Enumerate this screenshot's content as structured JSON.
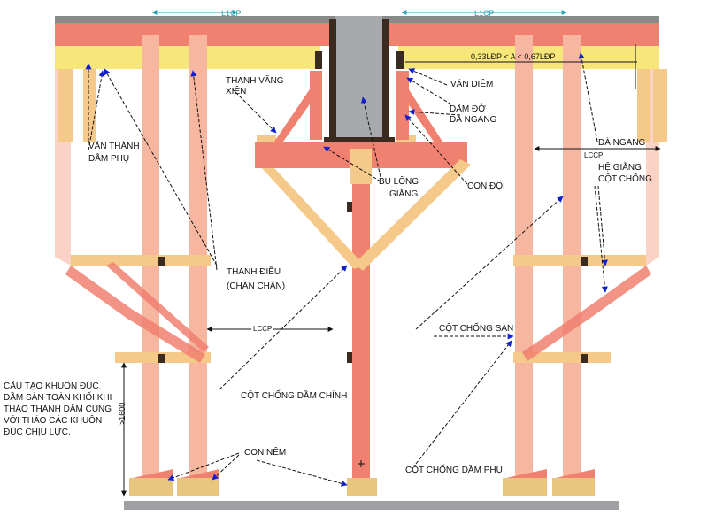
{
  "colors": {
    "slab": "#8a8a8a",
    "beam_concrete": "#a7a9ac",
    "formwork_red": "#f08070",
    "timber_tan": "#f5c98a",
    "timber_yellow": "#f7e67a",
    "timber_pink": "#f7b6a0",
    "arrow_blue": "#1020d0",
    "dim_teal": "#22a4b0",
    "wedge_tan": "#e8c680",
    "ground": "#9ea0a3"
  },
  "labels": {
    "ltop_left": "L1CP",
    "ltop_right": "L1CP",
    "range": "0,33LĐP < A < 0,67LĐP",
    "van_diem": "VÁN DIÊM",
    "dam_do_1": "DẦM ĐỞ",
    "dam_do_2": "ĐÀ NGANG",
    "van_thanh_1": "VÁN THÀNH",
    "van_thanh_2": "DẦM PHỤ",
    "thanh_vang_1": "THANH VĂNG",
    "thanh_vang_2": "XIÊN",
    "bu_long_1": "BU LÔNG",
    "bu_long_2": "GIẰNG",
    "con_doi": "CON ĐỘI",
    "da_ngang": "ĐÀ NGANG",
    "lccp_right": "LCCP",
    "he_giang_1": "HỆ GIẰNG",
    "he_giang_2": "CỘT CHỐNG",
    "thanh_dieu_1": "THANH ĐIỀU",
    "thanh_dieu_2": "(CHÂN CHÂN)",
    "lccp_left": "LCCP",
    "cot_chong_san": "CỘT CHỐNG SÀN",
    "cot_chong_dam_chinh": "CỘT CHỐNG DẦM CHÍNH",
    "con_nem": "CON NÊM",
    "cot_chong_dam_phu": "CỘT CHỐNG DẦM PHỤ",
    "dim_1600": ">1600",
    "note": "CẤU TẠO KHUÔN ĐÚC DẦM SÀN TOÀN KHỐI KHI THÁO THÀNH DẦM CÙNG VỚI THÁO CÁC KHUÔN ĐÚC CHỊU LỰC."
  }
}
